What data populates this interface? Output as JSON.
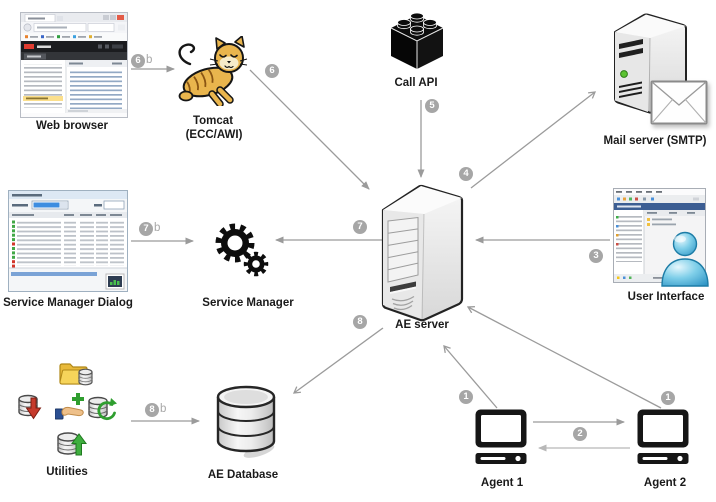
{
  "nodes": {
    "web_browser": {
      "label": "Web browser"
    },
    "tomcat": {
      "label": "Tomcat",
      "sublabel": "(ECC/AWI)"
    },
    "call_api": {
      "label": "Call API"
    },
    "mail_server": {
      "label": "Mail server (SMTP)"
    },
    "service_manager_dialog": {
      "label": "Service Manager Dialog"
    },
    "service_manager": {
      "label": "Service Manager"
    },
    "ae_server": {
      "label": "AE server"
    },
    "user_interface": {
      "label": "User Interface"
    },
    "utilities": {
      "label": "Utilities"
    },
    "ae_database": {
      "label": "AE Database"
    },
    "agent1": {
      "label": "Agent 1"
    },
    "agent2": {
      "label": "Agent 2"
    }
  },
  "badges": {
    "b1_agent1": {
      "number": "1",
      "suffix": ""
    },
    "b1_agent2": {
      "number": "1",
      "suffix": ""
    },
    "b2": {
      "number": "2",
      "suffix": ""
    },
    "b3": {
      "number": "3",
      "suffix": ""
    },
    "b4": {
      "number": "4",
      "suffix": ""
    },
    "b5": {
      "number": "5",
      "suffix": ""
    },
    "b6": {
      "number": "6",
      "suffix": ""
    },
    "b6b": {
      "number": "6",
      "suffix": "b"
    },
    "b7": {
      "number": "7",
      "suffix": ""
    },
    "b7b": {
      "number": "7",
      "suffix": "b"
    },
    "b8": {
      "number": "8",
      "suffix": ""
    },
    "b8b": {
      "number": "8",
      "suffix": "b"
    }
  },
  "connections": [
    {
      "badge": "1",
      "from": "agent1",
      "to": "ae_server"
    },
    {
      "badge": "1",
      "from": "agent2",
      "to": "ae_server"
    },
    {
      "badge": "2",
      "from": "agent1",
      "to": "agent2",
      "bidirectional": true
    },
    {
      "badge": "3",
      "from": "user_interface",
      "to": "ae_server"
    },
    {
      "badge": "4",
      "from": "ae_server",
      "to": "mail_server"
    },
    {
      "badge": "5",
      "from": "call_api",
      "to": "ae_server"
    },
    {
      "badge": "6",
      "from": "tomcat",
      "to": "ae_server"
    },
    {
      "badge": "6b",
      "from": "web_browser",
      "to": "tomcat"
    },
    {
      "badge": "7",
      "from": "ae_server",
      "to": "service_manager"
    },
    {
      "badge": "7b",
      "from": "service_manager_dialog",
      "to": "service_manager"
    },
    {
      "badge": "8",
      "from": "ae_server",
      "to": "ae_database"
    },
    {
      "badge": "8b",
      "from": "utilities",
      "to": "ae_database"
    }
  ],
  "colors": {
    "arrow": "#9b9b9b",
    "arrow_light": "#b8b8b8",
    "badge_bg": "#a6a6a6",
    "badge_text": "#ffffff",
    "label_text": "#1a1a1a",
    "tomcat_body": "#e9b54d",
    "led_green": "#5cc332",
    "status_green": "#42a847",
    "status_red": "#d2372b",
    "highlight_yellow": "#fbdf8c",
    "person_blue": "#2f9cc9"
  }
}
